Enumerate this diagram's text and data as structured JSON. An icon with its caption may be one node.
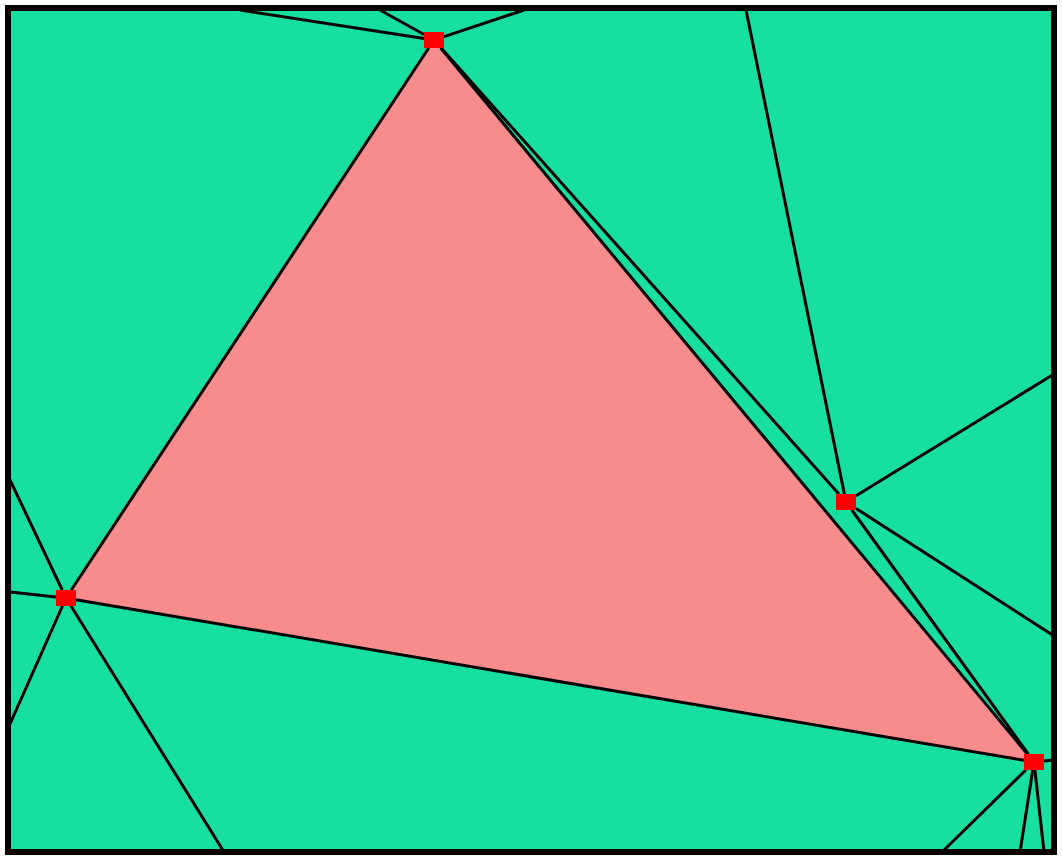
{
  "diagram": {
    "nodes": [
      {
        "text": [],
        "shape": "box"
      },
      {
        "text": [],
        "shape": "box"
      },
      {
        "text": [],
        "shape": "box"
      },
      {
        "text": [],
        "shape": "box"
      }
    ],
    "edges": [
      {
        "from": 0,
        "to": 1,
        "arrow": "none"
      },
      {
        "from": 0,
        "to": 2,
        "arrow": "none"
      },
      {
        "from": 0,
        "to": 3,
        "arrow": "none"
      },
      {
        "from": 1,
        "to": 3,
        "arrow": "none"
      },
      {
        "from": 2,
        "to": 3,
        "arrow": "none"
      },
      {
        "from": 0,
        "to": null,
        "arrow": "none"
      },
      {
        "from": 0,
        "to": null,
        "arrow": "none"
      },
      {
        "from": 0,
        "to": null,
        "arrow": "none"
      },
      {
        "from": 1,
        "to": null,
        "arrow": "none"
      },
      {
        "from": 1,
        "to": null,
        "arrow": "none"
      },
      {
        "from": 1,
        "to": null,
        "arrow": "none"
      },
      {
        "from": 2,
        "to": null,
        "arrow": "none"
      },
      {
        "from": 2,
        "to": null,
        "arrow": "none"
      },
      {
        "from": 2,
        "to": null,
        "arrow": "none"
      },
      {
        "from": 2,
        "to": null,
        "arrow": "none"
      },
      {
        "from": 3,
        "to": null,
        "arrow": "none"
      },
      {
        "from": 3,
        "to": null,
        "arrow": "none"
      },
      {
        "from": 3,
        "to": null,
        "arrow": "none"
      },
      {
        "from": 3,
        "to": null,
        "arrow": "none"
      }
    ]
  }
}
